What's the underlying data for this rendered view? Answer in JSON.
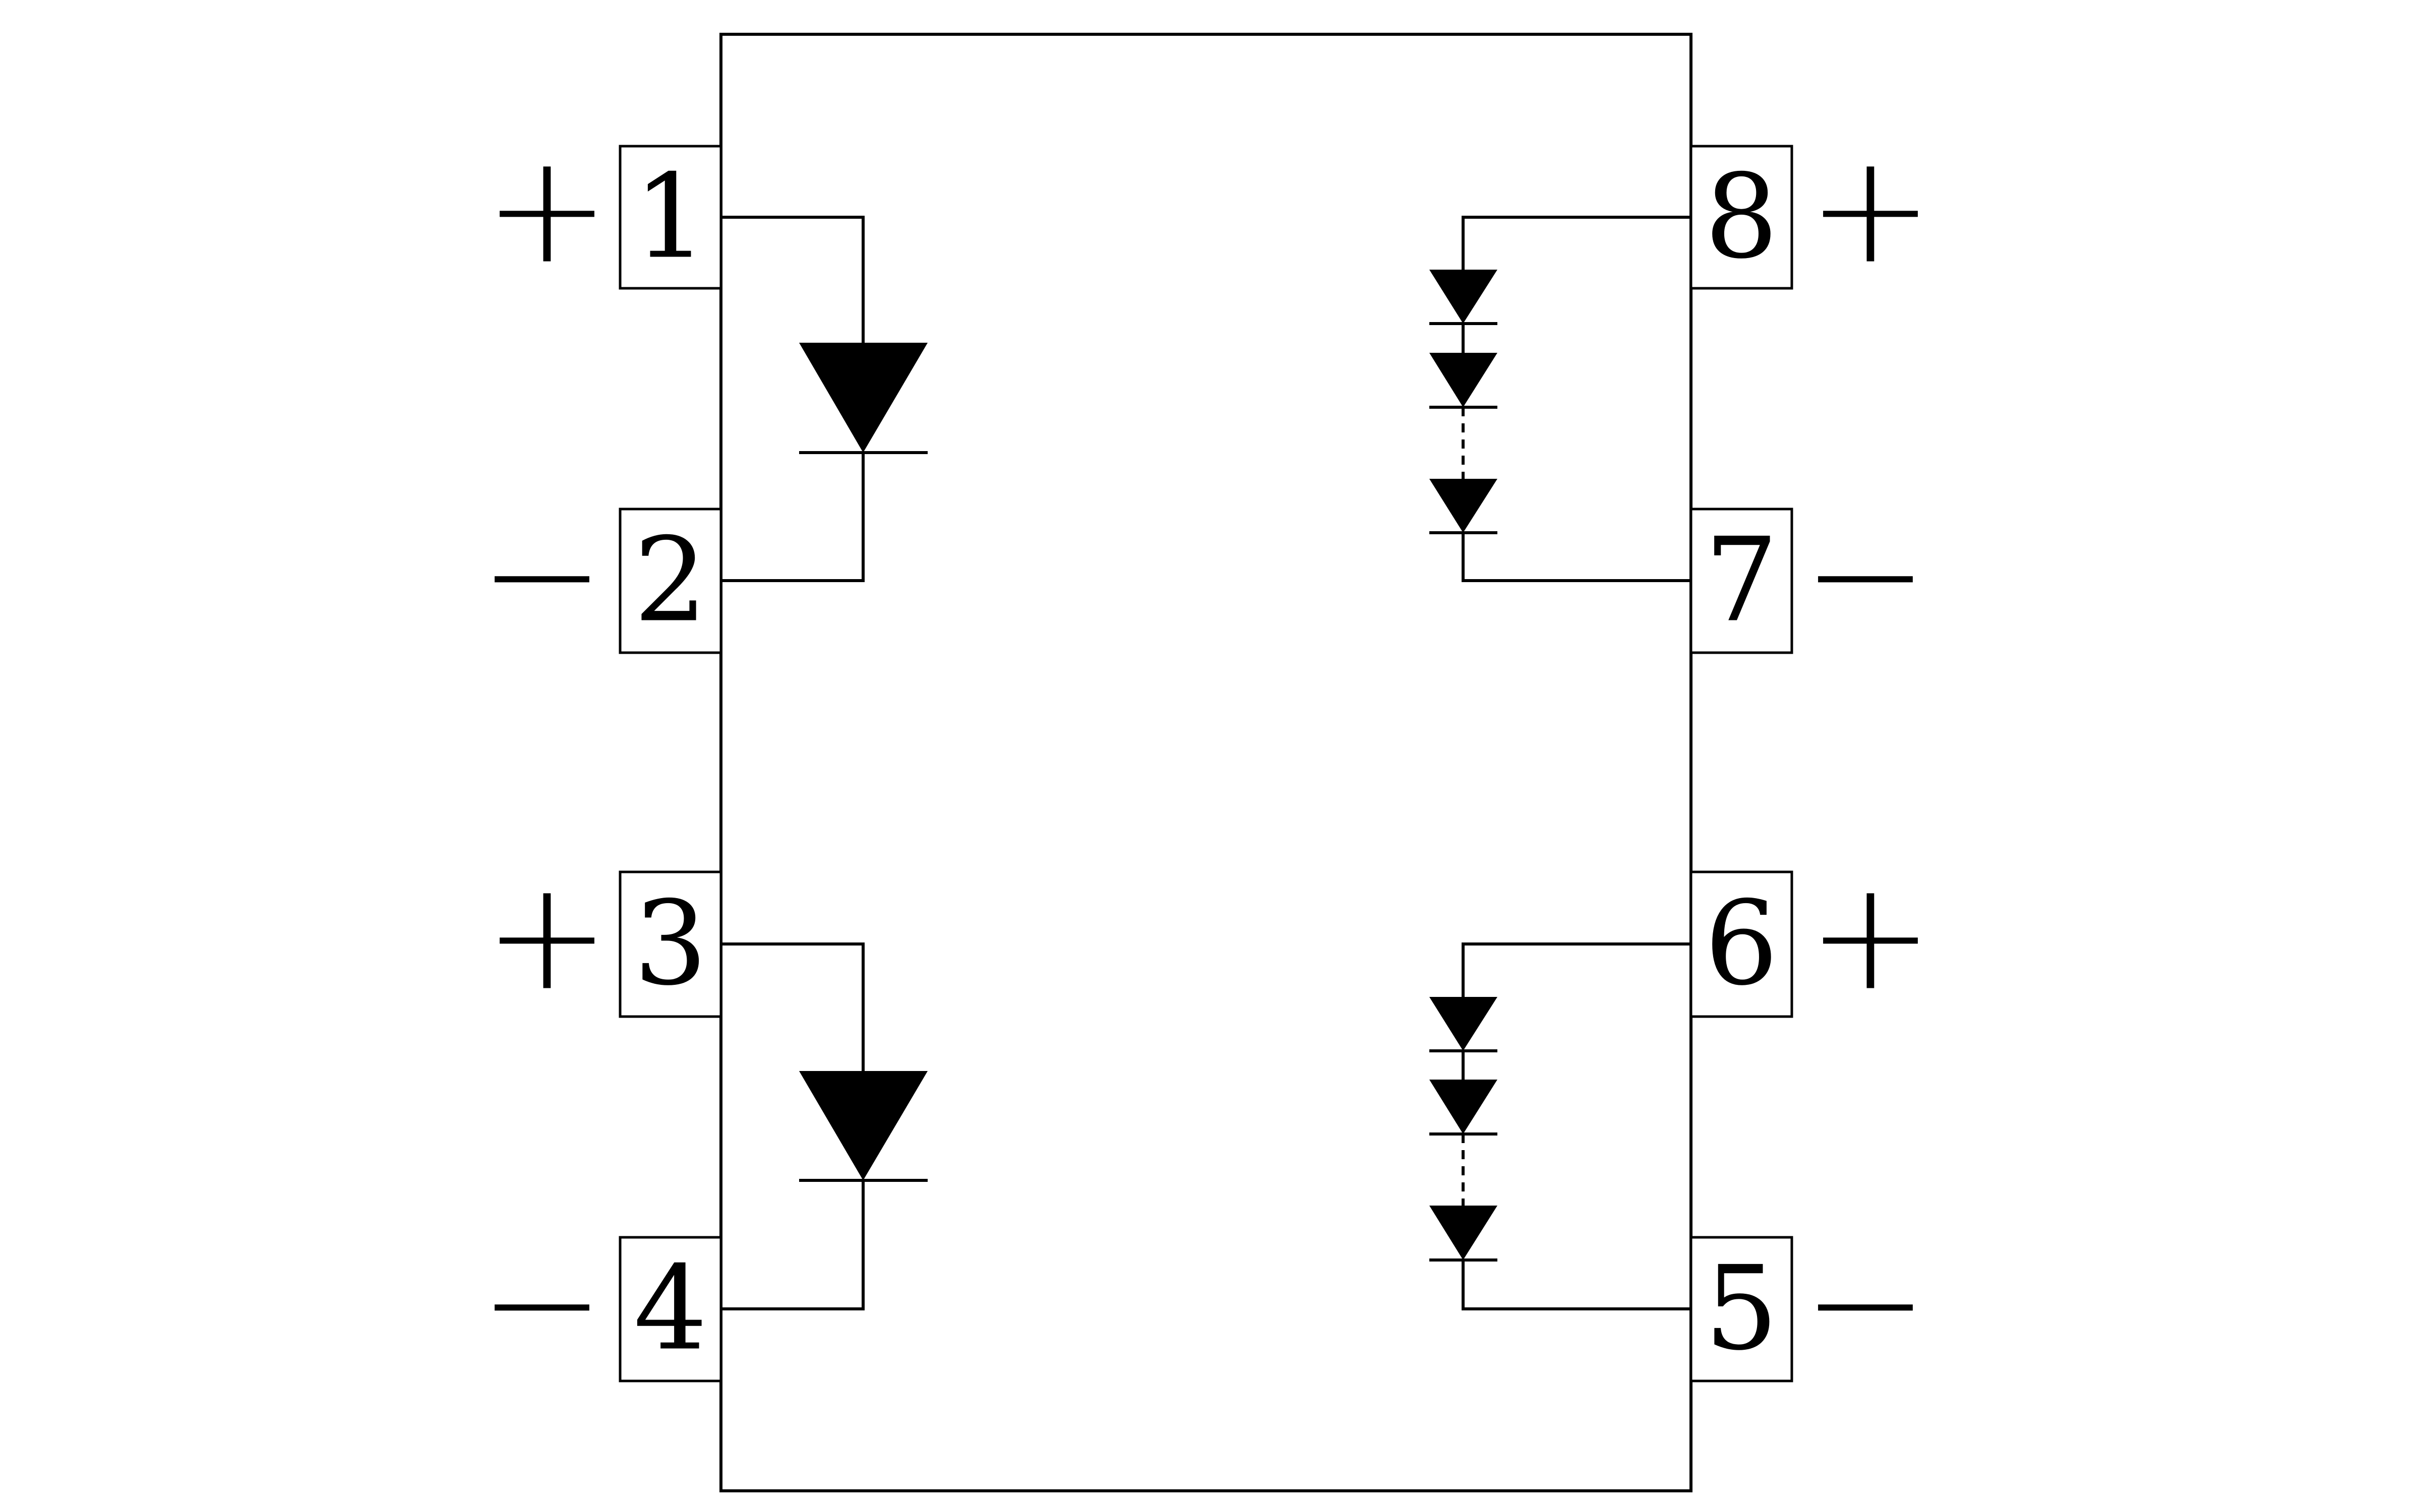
{
  "colors": {
    "line": "#000000",
    "background": "#ffffff"
  },
  "pins": [
    {
      "number": "1",
      "polarity": "+"
    },
    {
      "number": "2",
      "polarity": "−"
    },
    {
      "number": "3",
      "polarity": "+"
    },
    {
      "number": "4",
      "polarity": "−"
    },
    {
      "number": "5",
      "polarity": "−"
    },
    {
      "number": "6",
      "polarity": "+"
    },
    {
      "number": "7",
      "polarity": "−"
    },
    {
      "number": "8",
      "polarity": "+"
    }
  ]
}
